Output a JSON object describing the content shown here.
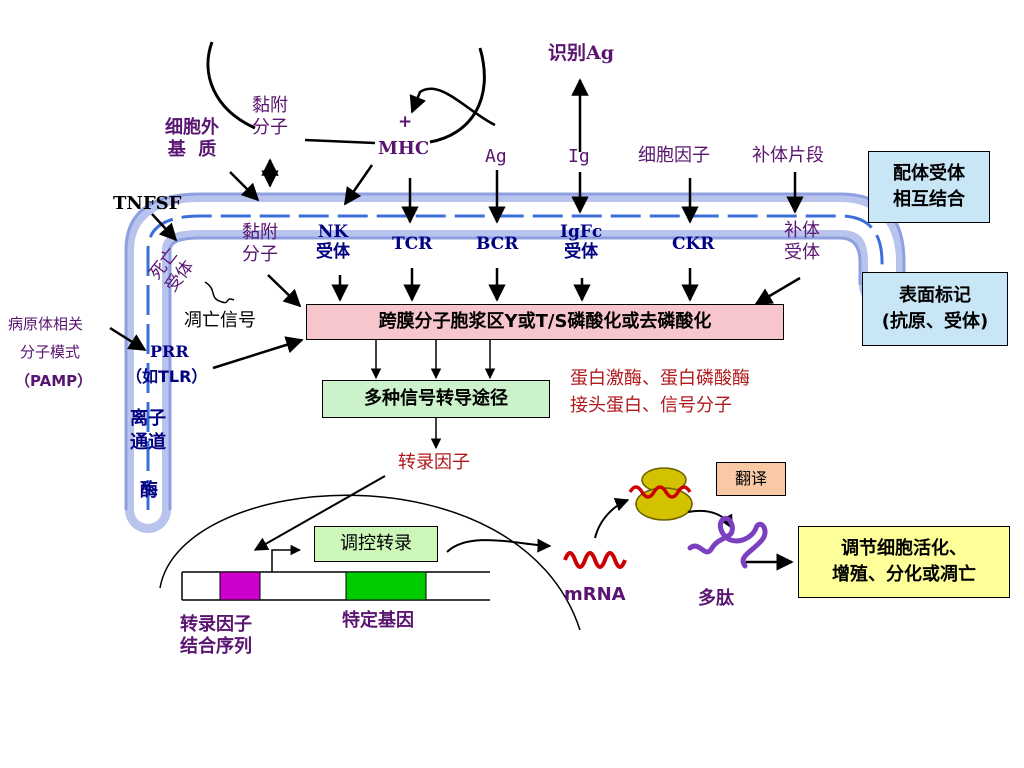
{
  "top": {
    "recognize_ag": "识别Ag",
    "adhesion_molecule_top": "黏附\n分子",
    "extracellular_matrix": "细胞外\n基  质",
    "plus_sign": "+",
    "mhc": "MHC",
    "ag": "Ag",
    "ig": "Ig",
    "cytokine": "细胞因子",
    "complement_fragment": "补体片段",
    "tnfsf": "TNFSF"
  },
  "receptors": {
    "adhesion_molecule": "黏附\n分子",
    "nk_receptor": "NK\n受体",
    "tcr": "TCR",
    "bcr": "BCR",
    "igfc_receptor": "IgFc\n受体",
    "ckr": "CKR",
    "complement_receptor": "补体\n受体",
    "death_receptor": "死亡\n受体"
  },
  "left": {
    "apoptosis_signal": "凋亡信号",
    "pamp_line1": "病原体相关",
    "pamp_line2": "分子模式",
    "pamp_line3": "（PAMP）",
    "prr_line1": "PRR",
    "prr_line2": "（如TLR）",
    "ion_channel": "离子\n通道",
    "enzyme": "酶"
  },
  "right_boxes": {
    "ligand_receptor": "配体受体\n相互结合",
    "surface_marker": "表面标记\n(抗原、受体)"
  },
  "center": {
    "phosphorylation_box": "跨膜分子胞浆区Y或T/S磷酸化或去磷酸化",
    "signal_pathways_box": "多种信号转导途径",
    "kinases_line1": "蛋白激酶、蛋白磷酸酶",
    "kinases_line2": "接头蛋白、信号分子",
    "transcription_factor": "转录因子"
  },
  "bottom": {
    "regulate_transcription": "调控转录",
    "tf_binding_sequence": "转录因子\n结合序列",
    "specific_gene": "特定基因",
    "mrna": "mRNA",
    "translation": "翻译",
    "polypeptide": "多肽",
    "outcome": "调节细胞活化、\n增殖、分化或凋亡"
  },
  "colors": {
    "membrane_outer": "#a8b4e8",
    "membrane_dash": "#3a6fd9",
    "label_purple": "#5a1570",
    "label_navy": "#000080",
    "label_red": "#b0181c"
  }
}
